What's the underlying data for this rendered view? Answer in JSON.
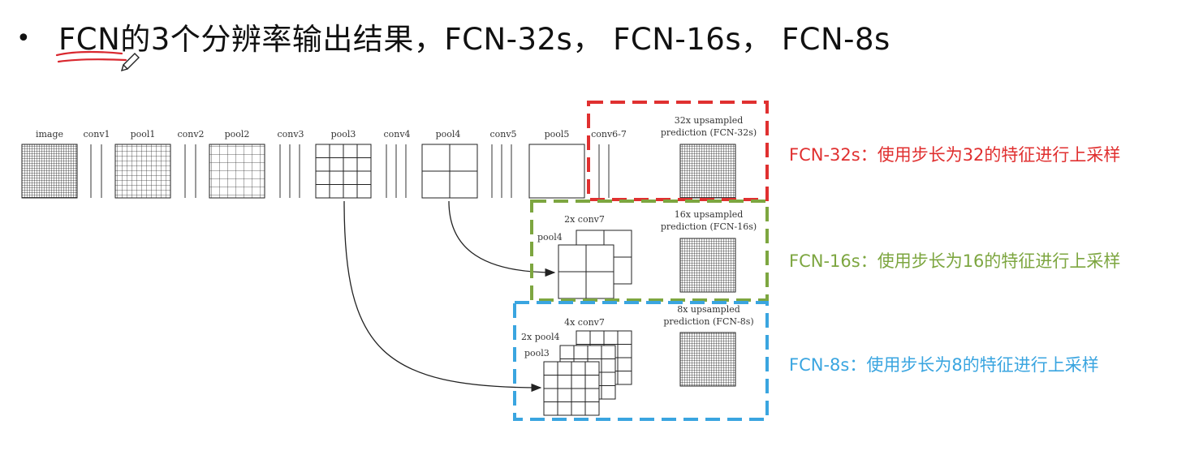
{
  "title": {
    "bullet": "•",
    "text": "FCN的3个分辨率输出结果，FCN-32s， FCN-16s， FCN-8s"
  },
  "diagram": {
    "layer_labels": {
      "image": "image",
      "conv1": "conv1",
      "pool1": "pool1",
      "conv2": "conv2",
      "pool2": "pool2",
      "conv3": "conv3",
      "pool3": "pool3",
      "conv4": "conv4",
      "pool4": "pool4",
      "conv5": "conv5",
      "pool5": "pool5",
      "conv67": "conv6-7"
    },
    "pred32": [
      "32x upsampled",
      "prediction (FCN-32s)"
    ],
    "pred16": [
      "16x upsampled",
      "prediction (FCN-16s)"
    ],
    "pred8": [
      "8x upsampled",
      "prediction (FCN-8s)"
    ],
    "conv7_2x": "2x conv7",
    "pool4_label": "pool4",
    "conv7_4x": "4x conv7",
    "pool4_2x": "2x pool4",
    "pool3_label": "pool3"
  },
  "side_labels": {
    "fcn32": "FCN-32s：使用步长为32的特征进行上采样",
    "fcn16": "FCN-16s：使用步长为16的特征进行上采样",
    "fcn8": "FCN-8s：使用步长为8的特征进行上采样"
  },
  "colors": {
    "fcn32": "#e03030",
    "fcn16": "#7da640",
    "fcn8": "#3aa5e0",
    "underline": "#d9272e"
  }
}
